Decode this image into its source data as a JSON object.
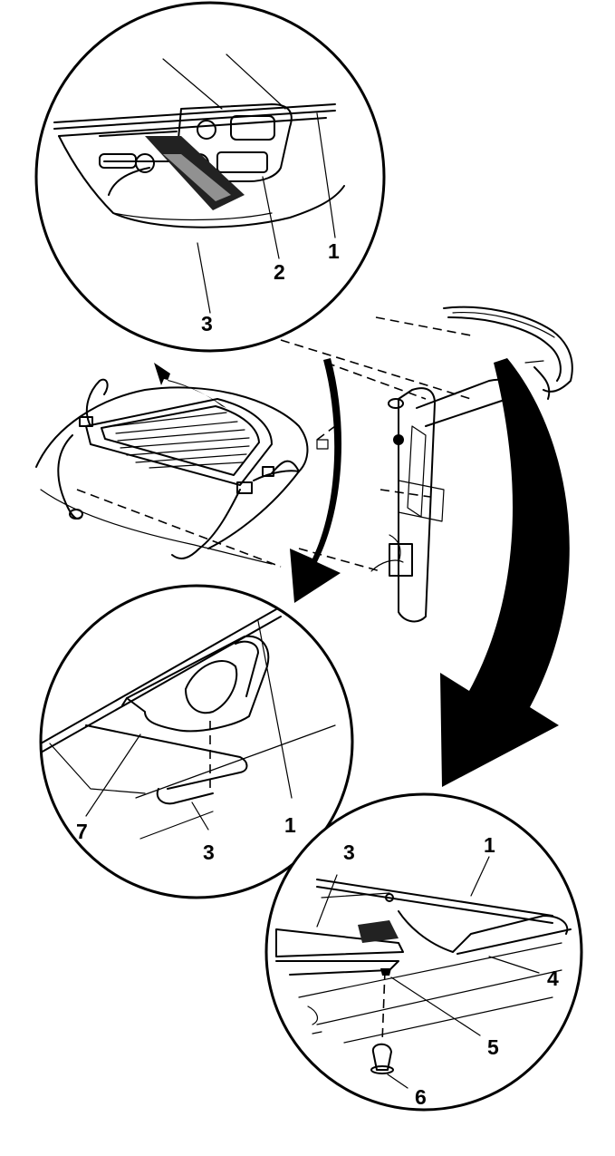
{
  "callouts": {
    "top": {
      "c1": "1",
      "c2": "2",
      "c3": "3"
    },
    "mid": {
      "c7": "7",
      "c3": "3",
      "c1": "1"
    },
    "bottom": {
      "c3": "3",
      "c1": "1",
      "c4": "4",
      "c5": "5",
      "c6": "6"
    }
  }
}
